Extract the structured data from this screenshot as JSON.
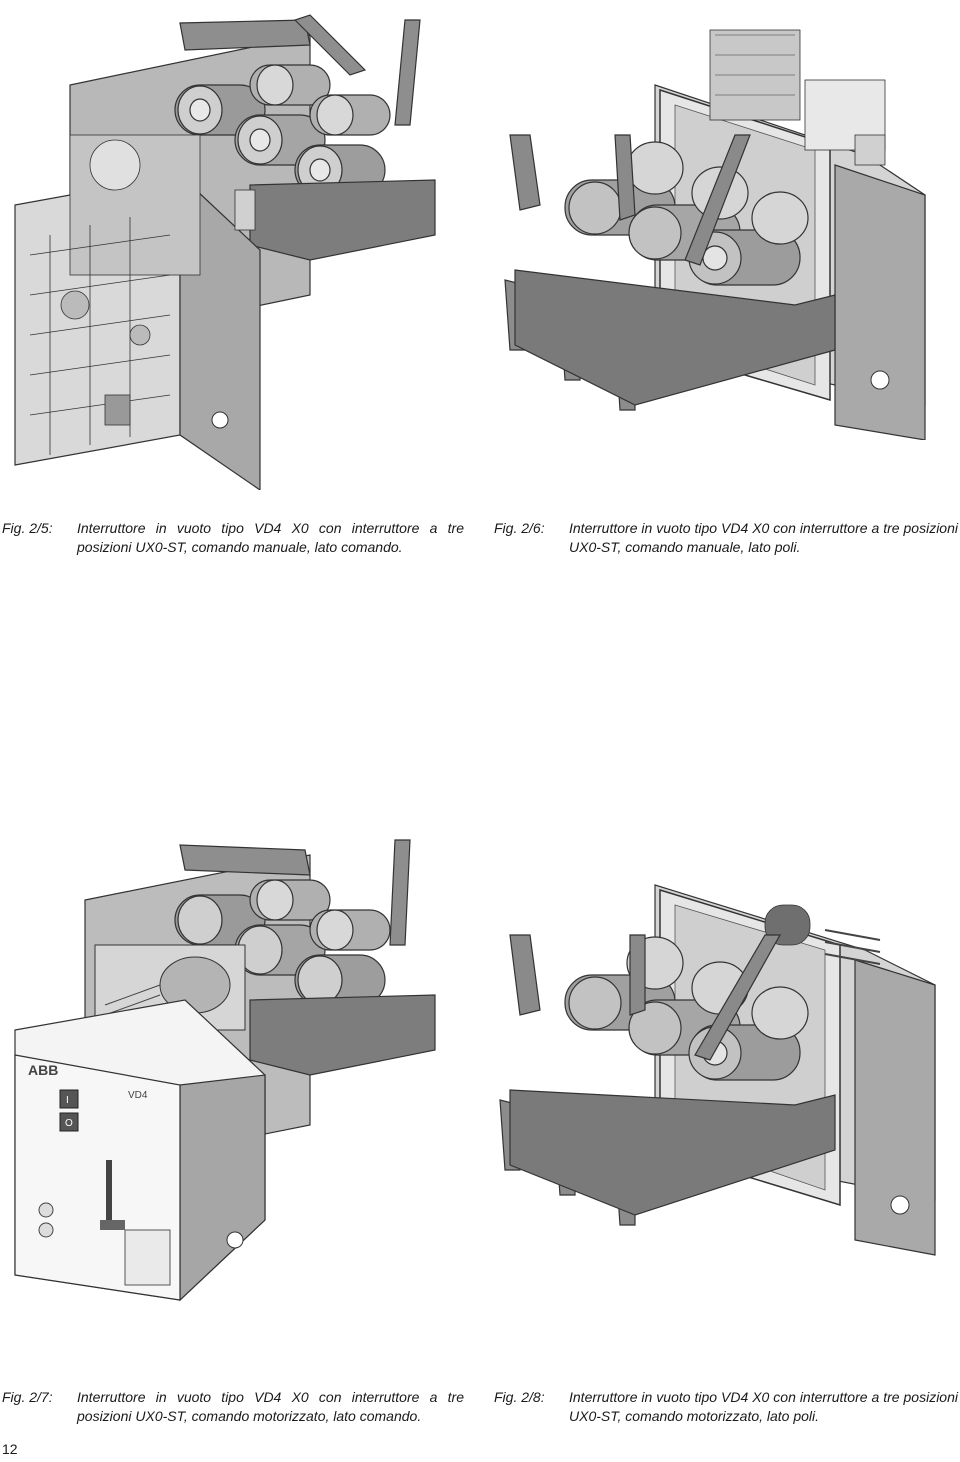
{
  "figures": [
    {
      "number": "Fig. 2/5:",
      "caption": "Interruttore in vuoto tipo VD4 X0 con interruttore a tre posizioni UX0-ST, comando manuale, lato comando."
    },
    {
      "number": "Fig. 2/6:",
      "caption": "Interruttore in vuoto tipo VD4 X0 con interruttore a tre posizioni UX0-ST, comando manuale, lato poli."
    },
    {
      "number": "Fig. 2/7:",
      "caption": "Interruttore in vuoto tipo VD4 X0 con interruttore a tre posizioni UX0-ST, comando motorizzato, lato comando.",
      "front_panel": {
        "brand": "ABB",
        "model": "VD4",
        "button_open": "O",
        "button_close": "I"
      }
    },
    {
      "number": "Fig. 2/8:",
      "caption": "Interruttore in vuoto tipo VD4 X0 con interruttore a tre posizioni UX0-ST, comando motorizzato, lato poli."
    }
  ],
  "page_number": "12"
}
